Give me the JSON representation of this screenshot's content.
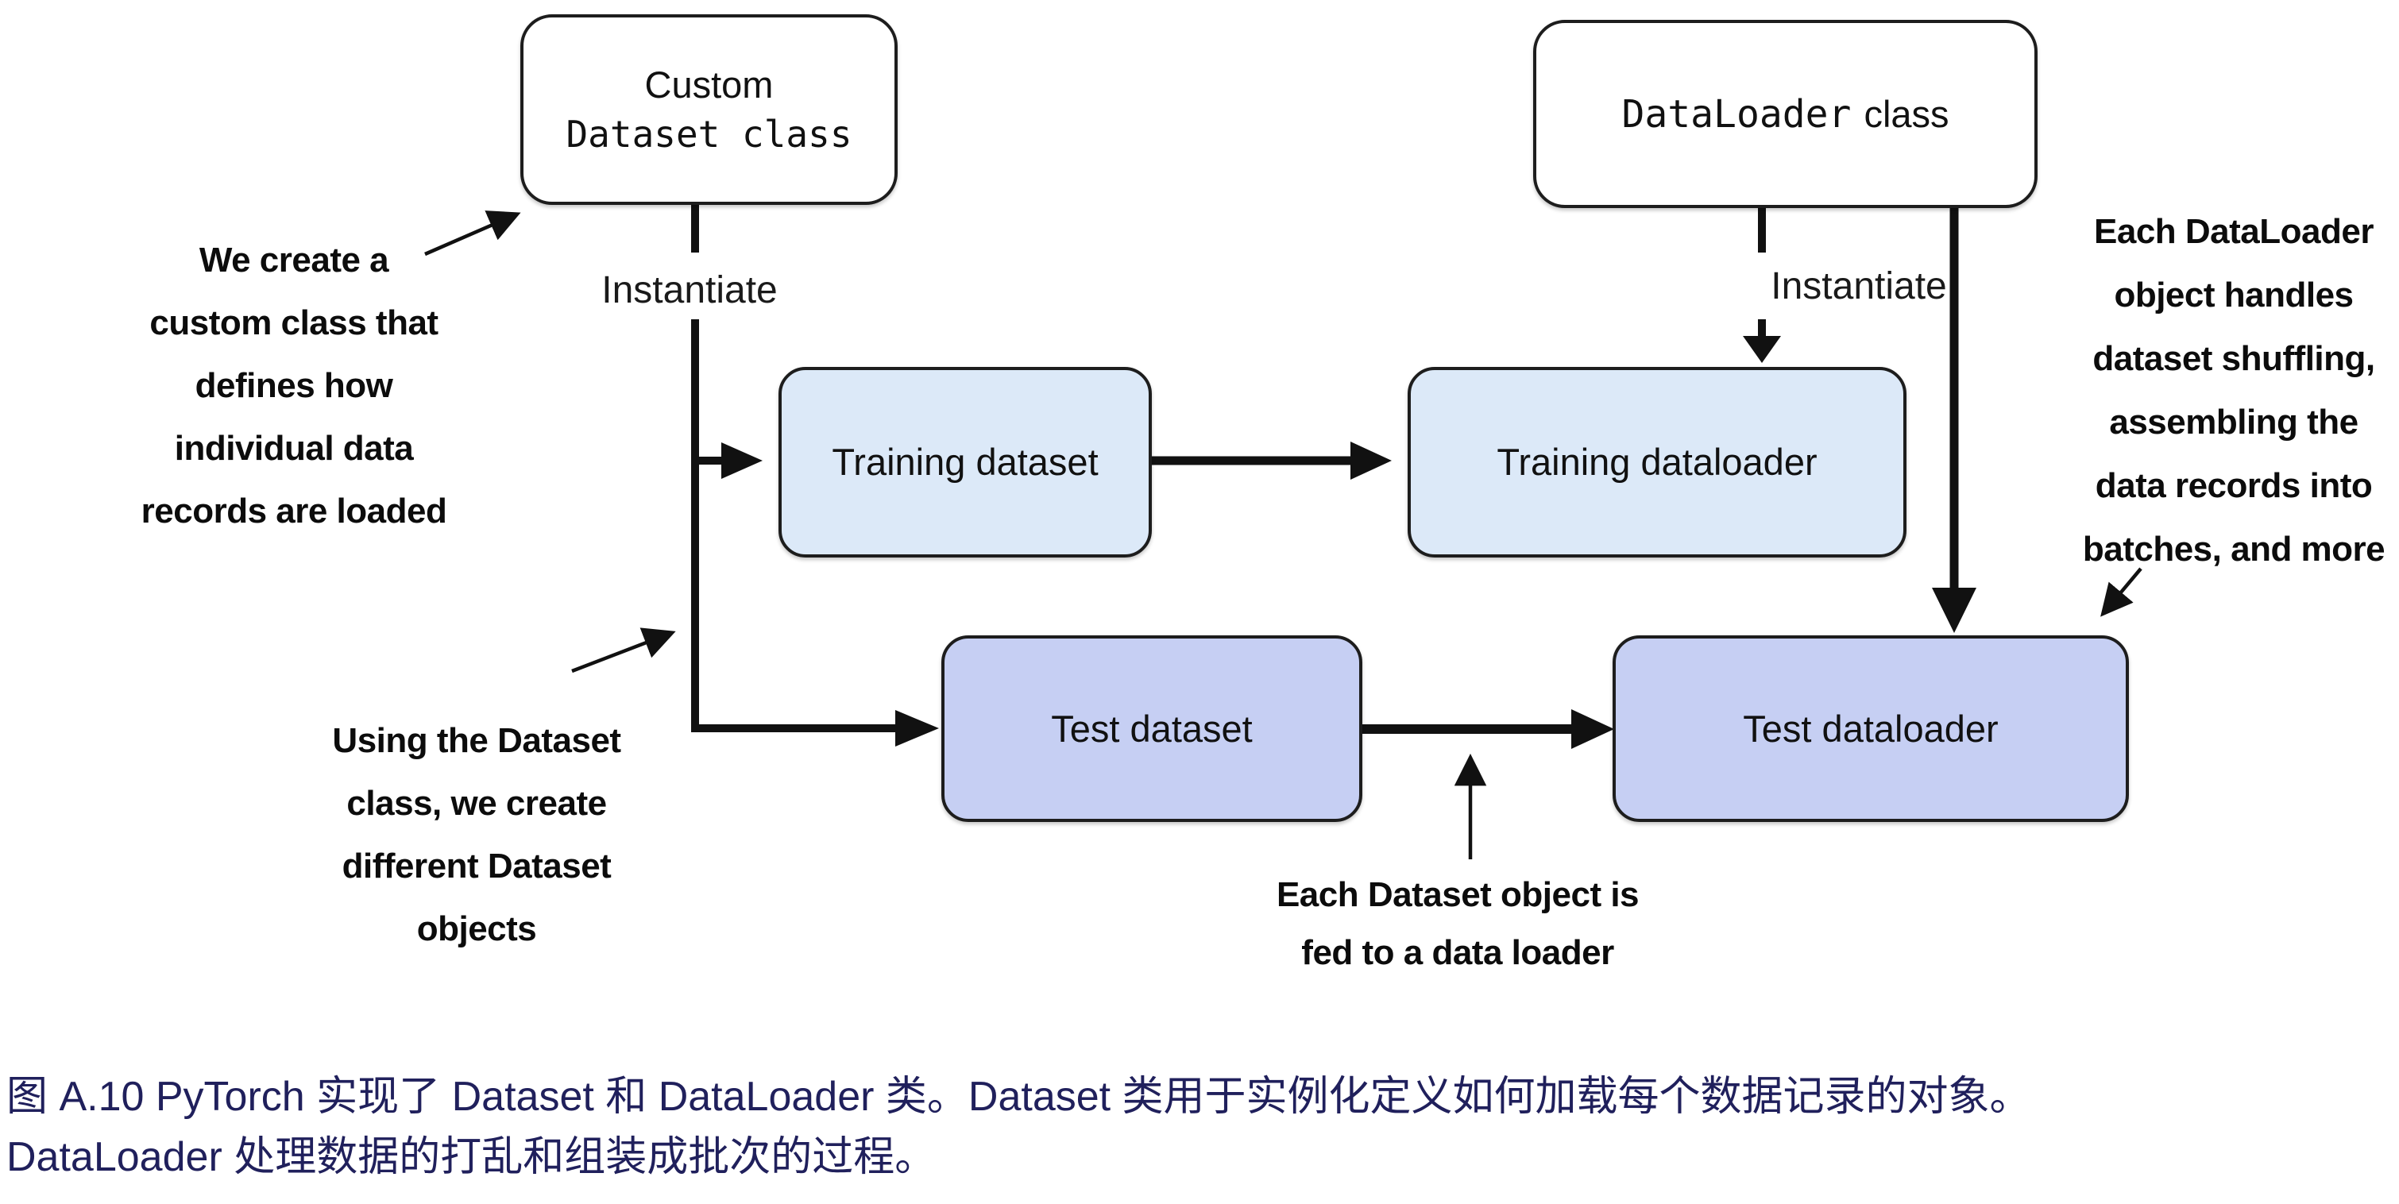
{
  "figure": {
    "boxes": {
      "custom_dataset_class": {
        "line1": "Custom",
        "line2": "Dataset class"
      },
      "dataloader_class": {
        "code": "DataLoader",
        "suffix": "class"
      },
      "training_dataset": {
        "label": "Training dataset"
      },
      "training_dataloader": {
        "label": "Training dataloader"
      },
      "test_dataset": {
        "label": "Test dataset"
      },
      "test_dataloader": {
        "label": "Test dataloader"
      }
    },
    "edge_labels": {
      "instantiate_left": "Instantiate",
      "instantiate_right": "Instantiate"
    },
    "annotations": {
      "left": {
        "lines": [
          "We create a",
          "custom class that",
          "defines how",
          "individual data",
          "records are loaded"
        ]
      },
      "lower_left": {
        "lines": [
          "Using the Dataset",
          "class, we create",
          "different Dataset",
          "objects"
        ]
      },
      "bottom": {
        "lines": [
          "Each Dataset object is",
          "fed to a data loader"
        ]
      },
      "right": {
        "lines": [
          "Each DataLoader",
          "object handles",
          "dataset shuffling,",
          "assembling the",
          "data records into",
          "batches, and more"
        ]
      }
    },
    "colors": {
      "training_box_fill": "#dce9f8",
      "test_box_fill": "#c6cff3",
      "box_border": "#1d1d1d",
      "arrow_color": "#111111",
      "caption_text": "#20205c"
    }
  },
  "caption": {
    "line1": "图 A.10 PyTorch 实现了 Dataset 和 DataLoader 类。Dataset 类用于实例化定义如何加载每个数据记录的对象。",
    "line2": "DataLoader 处理数据的打乱和组装成批次的过程。"
  }
}
